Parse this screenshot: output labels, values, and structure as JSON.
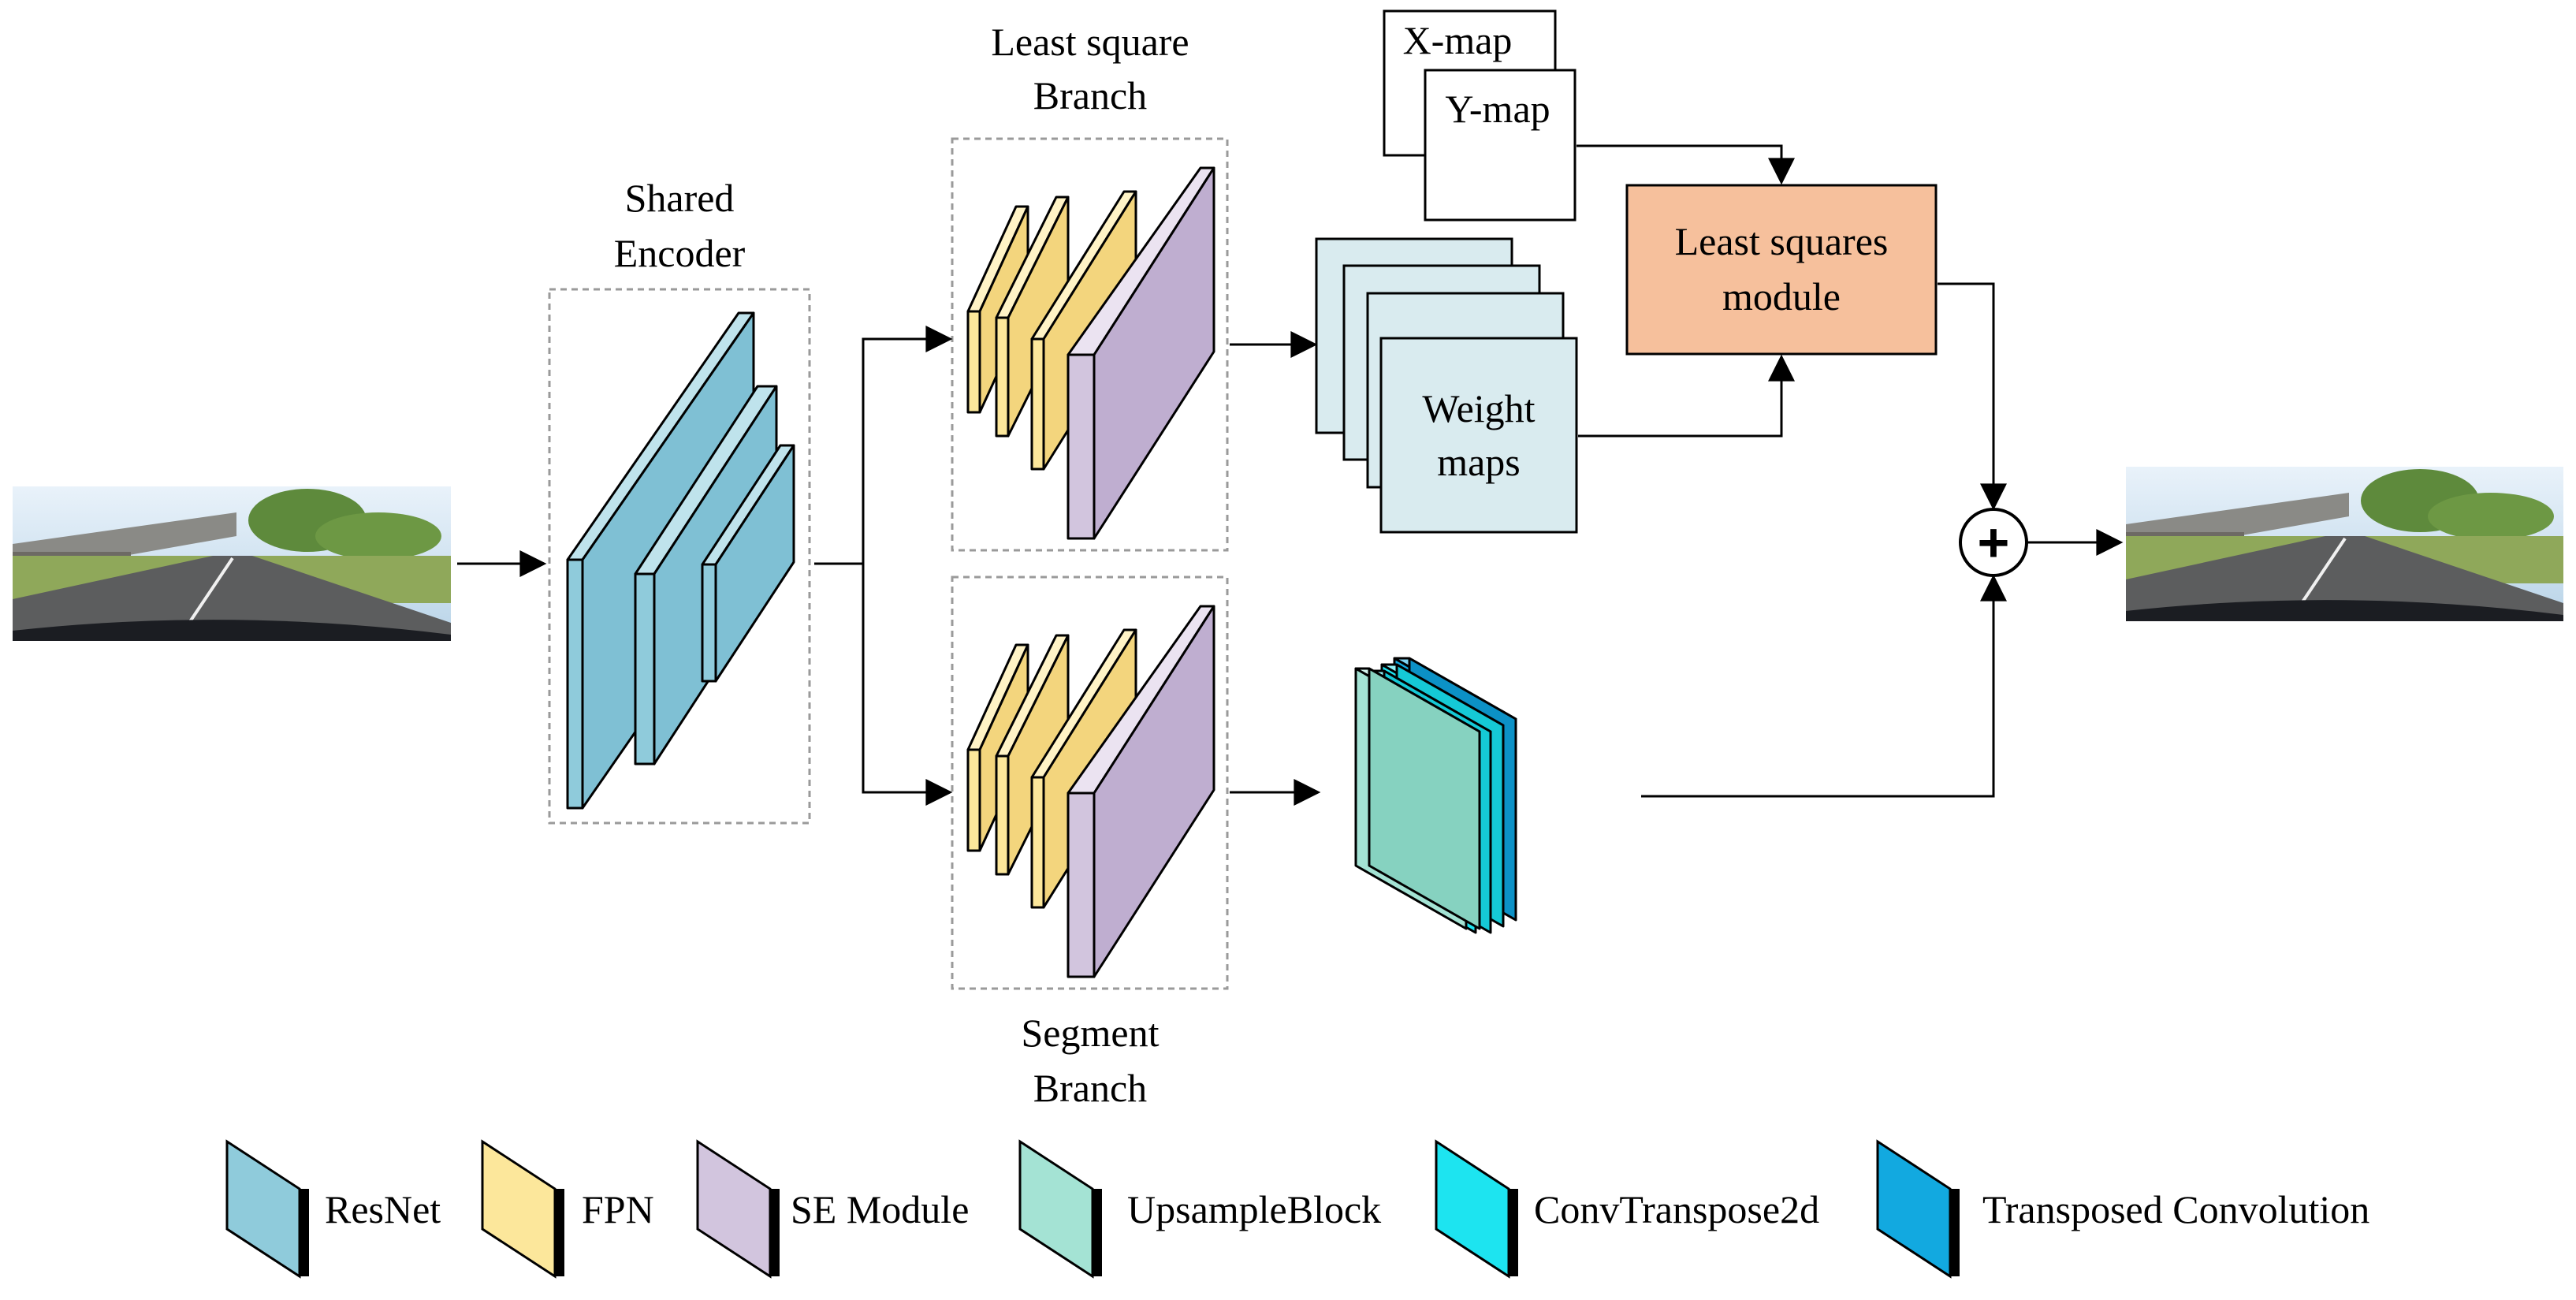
{
  "labels": {
    "shared_encoder_line1": "Shared",
    "shared_encoder_line2": "Encoder",
    "least_square_branch_line1": "Least square",
    "least_square_branch_line2": "Branch",
    "segment_branch_line1": "Segment",
    "segment_branch_line2": "Branch",
    "x_map": "X-map",
    "y_map": "Y-map",
    "weight_maps_line1": "Weight",
    "weight_maps_line2": "maps",
    "least_squares_module_line1": "Least squares",
    "least_squares_module_line2": "module",
    "plus_symbol": "+"
  },
  "legend": [
    {
      "label": "ResNet",
      "color": "#8fcbdb"
    },
    {
      "label": "FPN",
      "color": "#fce79b"
    },
    {
      "label": "SE Module",
      "color": "#d2c5de"
    },
    {
      "label": "UpsampleBlock",
      "color": "#a4e3d4"
    },
    {
      "label": "ConvTranspose2d",
      "color": "#1de4f0"
    },
    {
      "label": "Transposed Convolution",
      "color": "#12a9e0"
    }
  ],
  "colors": {
    "resnet": "#8fcbdb",
    "fpn": "#fce79b",
    "se_module": "#d2c5de",
    "upsample": "#a4e3d4",
    "convtranspose": "#1de4f0",
    "transposed_conv": "#12a9e0",
    "weight_maps": "#d9ebef",
    "least_squares_module": "#f6c09c"
  }
}
